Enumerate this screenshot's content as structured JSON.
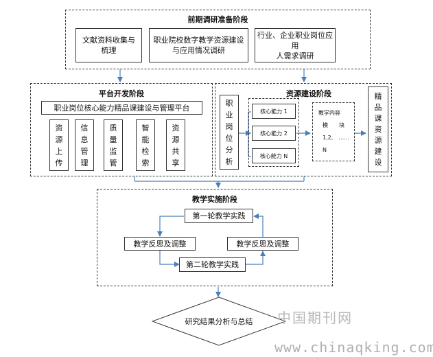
{
  "stage1": {
    "title": "前期调研准备阶段",
    "boxes": [
      [
        "文献资料收集与",
        "梳理"
      ],
      [
        "职业院校数字教学资源建设",
        "与应用情况调研"
      ],
      [
        "行业、企业职业岗位应用",
        "人需求调研"
      ]
    ]
  },
  "platform": {
    "title": "平台开发阶段",
    "header": "职业岗位核心能力精品课建设与管理平台",
    "modules": [
      [
        "资",
        "源",
        "上",
        "传"
      ],
      [
        "信",
        "息",
        "管",
        "理"
      ],
      [
        "质",
        "量",
        "监",
        "管"
      ],
      [
        "智",
        "能",
        "检",
        "索"
      ],
      [
        "资",
        "源",
        "共",
        "享"
      ]
    ]
  },
  "resource": {
    "title": "资源建设阶段",
    "analysis": [
      "职",
      "业",
      "岗",
      "位",
      "分",
      "析"
    ],
    "core_abilities": [
      "核心能力 1",
      "核心能力 2",
      "核心能力 N"
    ],
    "content_lines": [
      "教学内容",
      "模　　块",
      "1,2,　……",
      "N"
    ],
    "output": [
      "精",
      "品",
      "课",
      "资",
      "源",
      "建",
      "设"
    ]
  },
  "teaching": {
    "title": "教学实施阶段",
    "round1": "第一轮教学实践",
    "reflect_left": "教学反思及调整",
    "reflect_right": "教学反思及调整",
    "round2": "第二轮教学实践"
  },
  "final": {
    "label": "研究结果分析与总结"
  },
  "watermark": {
    "cn": "中国期刊网",
    "url": "www.chinaqking.com"
  },
  "colors": {
    "arrow": "#4a7ebb",
    "border": "#333333"
  }
}
